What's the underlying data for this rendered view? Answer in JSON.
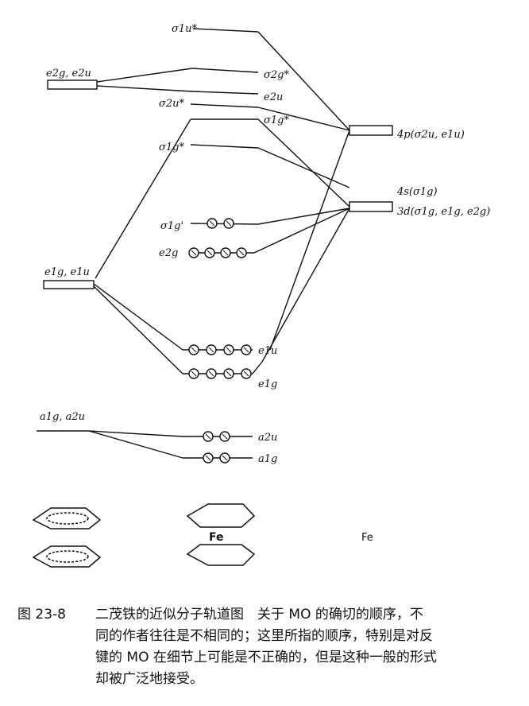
{
  "labels": {
    "s1u_star": "σ1u*",
    "e2g_e2u_left": "e2g, e2u",
    "s2g_star": "σ2g*",
    "e2u": "e2u",
    "s2u_star": "σ2u*",
    "s1g_star_upper": "σ1g*",
    "p4": "4p(σ2u, e1u)",
    "s1g_star": "σ1g*",
    "s4": "4s(σ1g)",
    "d3": "3d(σ1g, e1g, e2g)",
    "s1g_prime": "σ1g'",
    "e2g": "e2g",
    "e1g_e1u_left": "e1g, e1u",
    "e1u": "e1u",
    "e1g": "e1g",
    "a1g_a2u_left": "a1g, a2u",
    "a2u": "a2u",
    "a1g": "a1g"
  },
  "elements": {
    "fe_center": "Fe",
    "fe_right": "Fe"
  },
  "caption": {
    "number": "图 23-8",
    "line1": "二茂铁的近似分子轨道图　关于 MO 的确切的顺序，不",
    "line2": "同的作者往往是不相同的；这里所指的顺序，特别是对反",
    "line3": "键的 MO 在细节上可能是不正确的，但是这种一般的形式",
    "line4": "却被广泛地接受。"
  }
}
